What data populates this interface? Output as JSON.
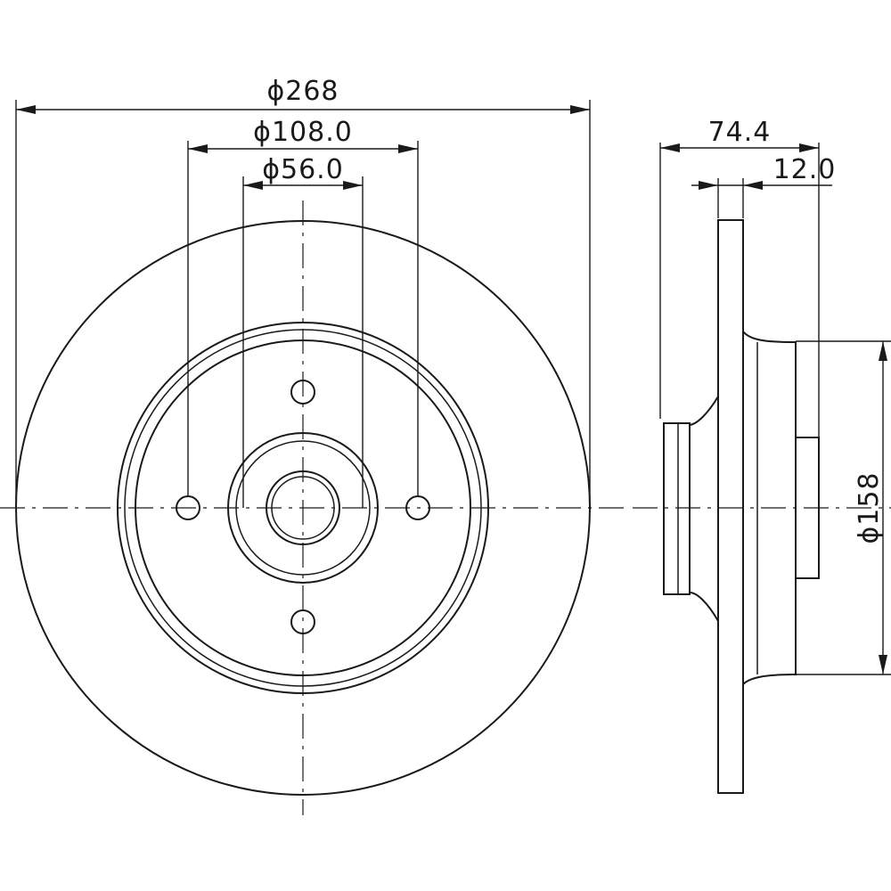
{
  "dimensions": {
    "outer_diameter": "ϕ268",
    "bolt_circle_diameter": "ϕ108.0",
    "center_bore_diameter": "ϕ56.0",
    "overall_height": "74.4",
    "disc_thickness": "12.0",
    "hub_diameter": "ϕ158"
  },
  "colors": {
    "line": "#1a1a1a",
    "background": "#ffffff"
  }
}
